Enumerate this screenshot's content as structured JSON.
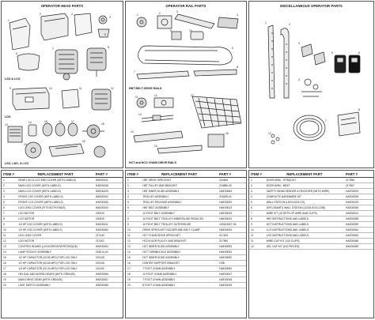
{
  "operator_head_panel": {
    "title": "OPERATOR HEAD PARTS",
    "sections": [
      {
        "label": "LSO & LCO"
      },
      {
        "label": "LDO"
      },
      {
        "label": "LSO, LDO, & LCO"
      }
    ]
  },
  "operator_rail_panel": {
    "title": "OPERATOR RAIL PARTS",
    "sections": [
      {
        "label": "HBT BELT DRIVE RAILS"
      },
      {
        "label": "HCT and HCO CHAIN DRIVE RAILS"
      }
    ]
  },
  "misc_panel": {
    "title": "MISCELLANEOUS OPERATOR PARTS"
  },
  "table_head": {
    "headers": [
      "ITEM #",
      "REPLACEMENT PART",
      "PART #"
    ],
    "rows": [
      [
        "1",
        "REAR LSO & LCO END COVER (WITH LABELS)",
        "HAE00041"
      ],
      [
        "2",
        "MAIN LSO COVER (WITH LABELS)",
        "HAE00036"
      ],
      [
        "3",
        "MAIN LCO COVER (WITH LABELS)",
        "HAE00033"
      ],
      [
        "4",
        "FRONT LSO COVER (WITH LABELS)",
        "HAE00032"
      ],
      [
        "5",
        "FRONT LCO COVER (WITH LABELS)",
        "HAE00063"
      ],
      [
        "6",
        "LDO LENS COVER (FITS BOTH ENDS)",
        "HAE00043"
      ],
      [
        "7",
        "LSO MOTOR",
        "220910"
      ],
      [
        "8",
        "LCO MOTOR",
        "220920"
      ],
      [
        "9",
        "1/3 HP LDO COVER (WITH LABELS)",
        "HAE00011"
      ],
      [
        "10",
        "1/2 HP LDO COVER (WITH LABELS)",
        "HAE00060"
      ],
      [
        "11",
        "LDO LENS COVER",
        "217440"
      ],
      [
        "12",
        "LDO MOTOR",
        "217401"
      ],
      [
        "13",
        "CONTROL BOARD (LOGIC/RECEIVER/TORQUE)",
        "HAE00064"
      ],
      [
        "14",
        "LAMP SOCKET ASSEMBLY",
        "215014-02"
      ],
      [
        "15",
        "1/2 HP CAPACITOR (43-52 MFD) FOR LSO ONLY",
        "219125"
      ],
      [
        "16",
        "1/2 HP CAPACITOR (53-64 MFD) FOR LSO ONLY",
        "219126"
      ],
      [
        "17",
        "1/3 HP CAPACITOR (20-24 MFD) FOR LDO ONLY",
        "221150"
      ],
      [
        "18",
        "HELICAL AND WORM GEARS (WITH GREASE)",
        "HAE00066"
      ],
      [
        "19",
        "MAIN DRIVE GEAR (WITH GREASE)",
        "HAE00067"
      ],
      [
        "20",
        "LIMIT SWITCH ASSEMBLY",
        "HAE00056"
      ]
    ]
  },
  "table_rail": {
    "headers": [
      "ITEM #",
      "REPLACEMENT PART",
      "PART #"
    ],
    "rows": [
      [
        "1",
        "HBT DRIVE SPROCKET",
        "220465"
      ],
      [
        "2",
        "HBT PULLEY AND BRACKET",
        "216850-00"
      ],
      [
        "3",
        "HBT INNER SLIDE ASSEMBLY",
        "HAE00064"
      ],
      [
        "4",
        "TROLLEY ASSEMBLY",
        "218159-01"
      ],
      [
        "5",
        "TROLLEY RELEASE ASSEMBLY",
        "HAE00020"
      ],
      [
        "6",
        "HBT BELT ASSEMBLY",
        "HAE00023"
      ],
      [
        "7",
        "10 FOOT BELT ASSEMBLY",
        "HAE00025"
      ],
      [
        "8",
        "10 FOOT BELT TROLLEY INNER/SLIDE REDUCED",
        "HAE00024"
      ],
      [
        "9",
        "10 FOOT BELT TROLLEY OUTER/SLIDE",
        "109103527-03"
      ],
      [
        "10",
        "DRIVE SPROCKET HOLDER AND BELT CLAMP",
        "HAE00026"
      ],
      [
        "11",
        "HCT CHAIN DRIVE SPROCKET",
        "217409"
      ],
      [
        "12",
        "HCO IDLER PULLEY AND BRACKET",
        "217950"
      ],
      [
        "13",
        "HCT INNER SLIDE ASSEMBLY",
        "HAE00053"
      ],
      [
        "14",
        "HCT TURNBUCKLE ASSEMBLY",
        "HAE00054"
      ],
      [
        "15",
        "HCT INNER SLIDE ASSEMBLY",
        "HAE00052"
      ],
      [
        "16",
        "CENTER SUPPORT BRACKET",
        "CSB"
      ],
      [
        "17",
        "7 FOOT CHAIN ASSEMBLY",
        "HAE00050"
      ],
      [
        "18",
        "10 FOOT CHAIN ASSEMBLY",
        "HAE00047"
      ],
      [
        "19",
        "7 FOOT CHAIN ASSEMBLY",
        "HAE00048"
      ],
      [
        "20",
        "8 FOOT CHAIN ASSEMBLY",
        "HAE00049"
      ]
    ]
  },
  "table_misc": {
    "headers": [
      "ITEM #",
      "REPLACEMENT PART",
      "PART #"
    ],
    "rows": [
      [
        "1",
        "DOOR ARM - STRAIGHT",
        "217966"
      ],
      [
        "2",
        "DOOR ARM - BENT",
        "217967"
      ],
      [
        "3",
        "SAFETY BEAM SENDER & RECEIVER (WITH WIRE)",
        "HAE00003"
      ],
      [
        "4",
        "COMPLETE HARDWARE KIT",
        "HAE00028"
      ],
      [
        "5",
        "WALL STATION (LDO/LSO/LCO)",
        "HAE00019"
      ],
      [
        "6",
        "WIFI (SMART) WALL STATION (LDO/LSO/LCO90)",
        "HAE00008"
      ],
      [
        "7",
        "WIRE KIT (15 SETS OF WIRE AND CLIPS)",
        "HAE00012"
      ],
      [
        "8",
        "HBT INSTRUCTIONS AND LABELS",
        "HAE00058"
      ],
      [
        "9",
        "HCT INSTRUCTIONS AND LABELS",
        "HAE00059"
      ],
      [
        "10",
        "LCO INSTRUCTIONS AND LABELS",
        "HAE00054"
      ],
      [
        "11",
        "LSO INSTRUCTIONS AND LABELS",
        "HAE00055"
      ],
      [
        "11",
        "WIRE CLIP KIT (100 CLIPS)",
        "HAE00068"
      ],
      [
        "12",
        "GEL CAP KIT (100 PIECES)",
        "HAE00069"
      ]
    ]
  }
}
